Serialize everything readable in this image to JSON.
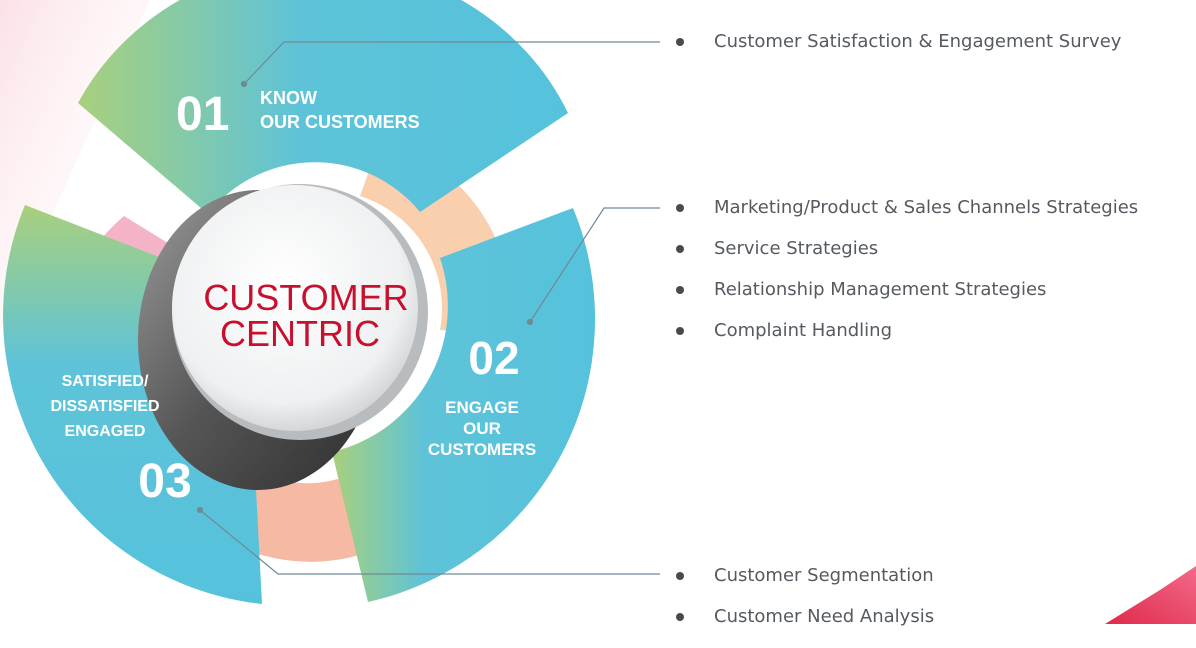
{
  "center": {
    "line1": "CUSTOMER",
    "line2": "CENTRIC"
  },
  "segments": {
    "know": {
      "number": "01",
      "line1": "KNOW",
      "line2": "OUR CUSTOMERS"
    },
    "engage": {
      "number": "02",
      "line1": "ENGAGE",
      "line2": "OUR",
      "line3": "CUSTOMERS"
    },
    "satisfied": {
      "number": "03",
      "line1": "SATISFIED/",
      "line2": "DISSATISFIED",
      "line3": "ENGAGED"
    }
  },
  "lists": {
    "know": [
      "Customer Satisfaction & Engagement Survey"
    ],
    "engage": [
      "Marketing/Product & Sales Channels Strategies",
      "Service Strategies",
      "Relationship Management Strategies",
      "Complaint Handling"
    ],
    "satisfied": [
      "Customer Segmentation",
      "Customer Need Analysis"
    ]
  },
  "colors": {
    "segment_blue": "#5bc3da",
    "segment_green": "#a8d07a",
    "center_text": "#c8102e",
    "pink_ring": "#f2a8c0",
    "peach_ring": "#f8c9a6"
  }
}
